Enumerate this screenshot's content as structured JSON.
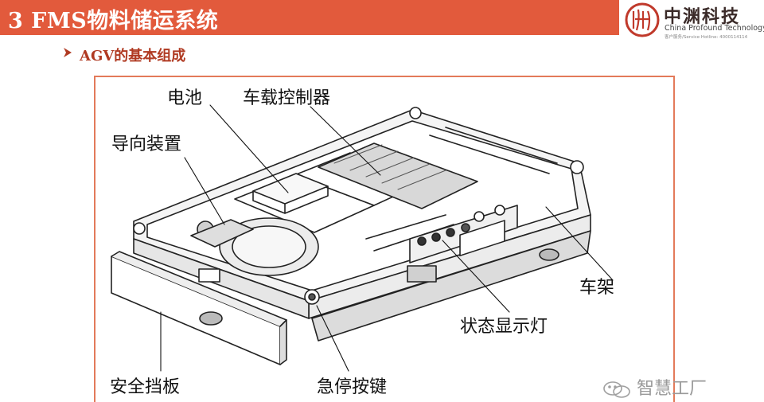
{
  "header": {
    "title": "3  FMS物料储运系统",
    "accent_color": "#e25a3c"
  },
  "logo": {
    "name_cn": "中渊科技",
    "name_en": "China Profound Technology",
    "tagline": "客户服务/Service Hotline: 4000114114"
  },
  "subtitle": {
    "text": "AGV的基本组成",
    "bullet_icon": "arrow-right-icon"
  },
  "figure": {
    "labels": {
      "battery": "电池",
      "controller": "车载控制器",
      "guide": "导向装置",
      "frame": "车架",
      "status_light": "状态显示灯",
      "bumper": "安全挡板",
      "estop": "急停按键"
    }
  },
  "watermark": {
    "text": "智慧工厂",
    "icon": "wechat-icon"
  }
}
